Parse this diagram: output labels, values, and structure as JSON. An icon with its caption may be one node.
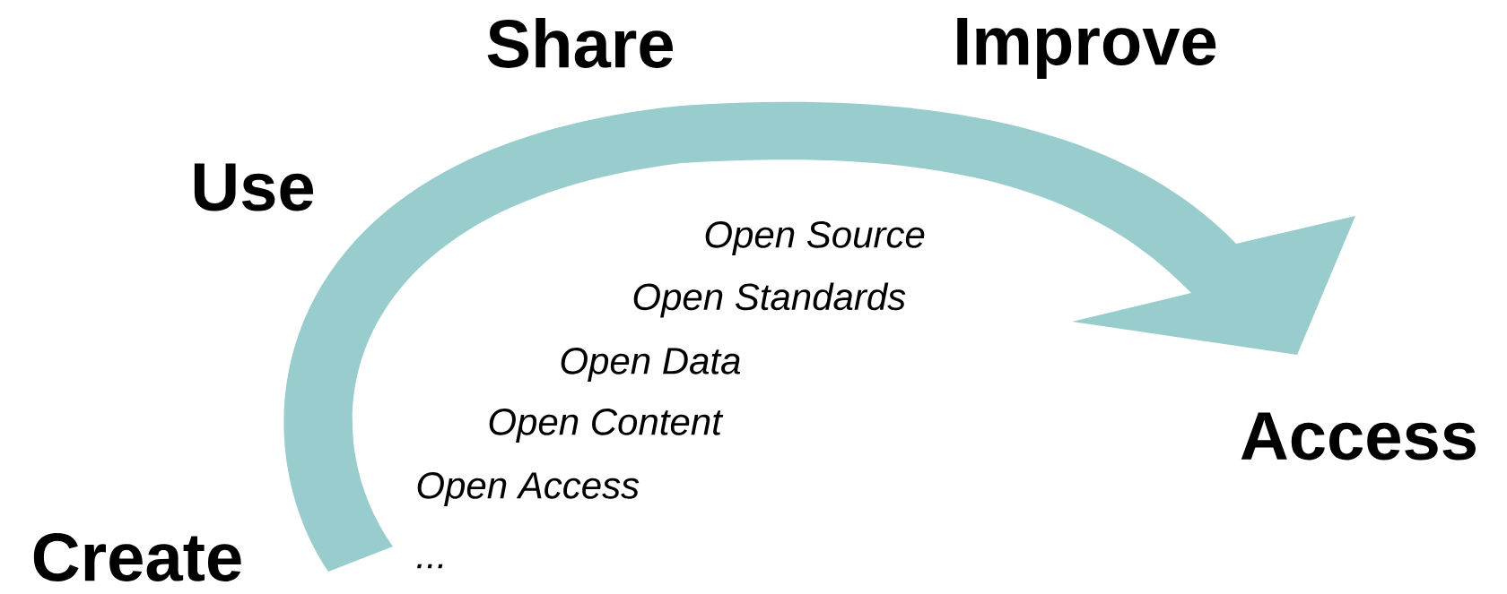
{
  "diagram": {
    "labels": [
      "Share",
      "Improve",
      "Use",
      "Open Source",
      "Open Standards",
      "Open Data",
      "Open Content",
      "Access",
      "Open Access",
      "Create",
      "..."
    ]
  }
}
